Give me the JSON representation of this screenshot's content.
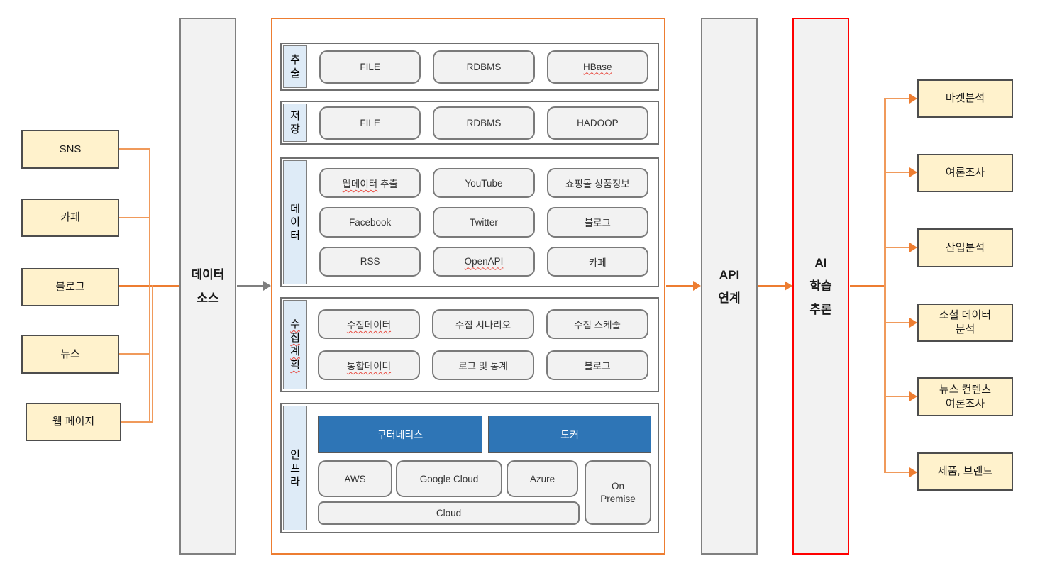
{
  "colors": {
    "accent_orange": "#ED7D31",
    "accent_red": "#FF0000",
    "platform_blue": "#2E75B6",
    "source_yellow": "#FFF2CC",
    "row_label_blue": "#DEEBF7",
    "panel_gray": "#F2F2F2",
    "border_gray": "#7F7F7F",
    "border_dark": "#4D4D4D"
  },
  "left_sources": {
    "items": [
      {
        "t": "SNS"
      },
      {
        "t": "카페"
      },
      {
        "t": "블로그"
      },
      {
        "t": "뉴스"
      },
      {
        "t": "웹 페이지"
      }
    ]
  },
  "data_source_column": {
    "l1": "데이터",
    "l2": "소스"
  },
  "pipeline": {
    "rows": [
      {
        "name": "추출",
        "label_chars": [
          "추",
          "출"
        ],
        "items": [
          {
            "t": "FILE"
          },
          {
            "t": "RDBMS"
          },
          {
            "t": "HBase"
          }
        ]
      },
      {
        "name": "저장",
        "label_chars": [
          "저",
          "장"
        ],
        "items": [
          {
            "t": "FILE"
          },
          {
            "t": "RDBMS"
          },
          {
            "t": "HADOOP"
          }
        ]
      },
      {
        "name": "데이터",
        "label_chars": [
          "데",
          "이",
          "터"
        ],
        "items": [
          {
            "t1": "웹데이터",
            "t2": "추출"
          },
          {
            "t": "YouTube"
          },
          {
            "t": "쇼핑몰 상품정보"
          },
          {
            "t": "Facebook"
          },
          {
            "t": "Twitter"
          },
          {
            "t": "블로그"
          },
          {
            "t": "RSS"
          },
          {
            "t": "OpenAPI"
          },
          {
            "t": "카페"
          }
        ]
      },
      {
        "name": "수집계획",
        "label_chars": [
          "수",
          "집",
          "계",
          "획"
        ],
        "items": [
          {
            "t": "수집데이터"
          },
          {
            "t": "수집 시나리오"
          },
          {
            "t": "수집 스케줄"
          },
          {
            "t": "통합데이터"
          },
          {
            "t": "로그 및 통계"
          },
          {
            "t": "블로그"
          }
        ]
      },
      {
        "name": "인프라",
        "label_chars": [
          "인",
          "프",
          "라"
        ],
        "platforms": [
          {
            "t": "쿠터네티스"
          },
          {
            "t": "도커"
          }
        ],
        "clouds": [
          {
            "t": "AWS"
          },
          {
            "t": "Google Cloud"
          },
          {
            "t": "Azure"
          }
        ],
        "on_premise": {
          "l1": "On",
          "l2": "Premise"
        },
        "cloud_bar": {
          "t": "Cloud"
        }
      }
    ]
  },
  "api_column": {
    "l1": "API",
    "l2": "연계"
  },
  "ai_column": {
    "l1": "AI",
    "l2": "학습",
    "l3": "추론"
  },
  "right_outputs": {
    "items": [
      {
        "l1": "마켓분석"
      },
      {
        "l1": "여론조사"
      },
      {
        "l1": "산업분석"
      },
      {
        "l1": "소셜 데이터",
        "l2": "분석"
      },
      {
        "l1": "뉴스 컨텐츠",
        "l2": "여론조사"
      },
      {
        "l1": "제품, 브랜드"
      }
    ]
  }
}
